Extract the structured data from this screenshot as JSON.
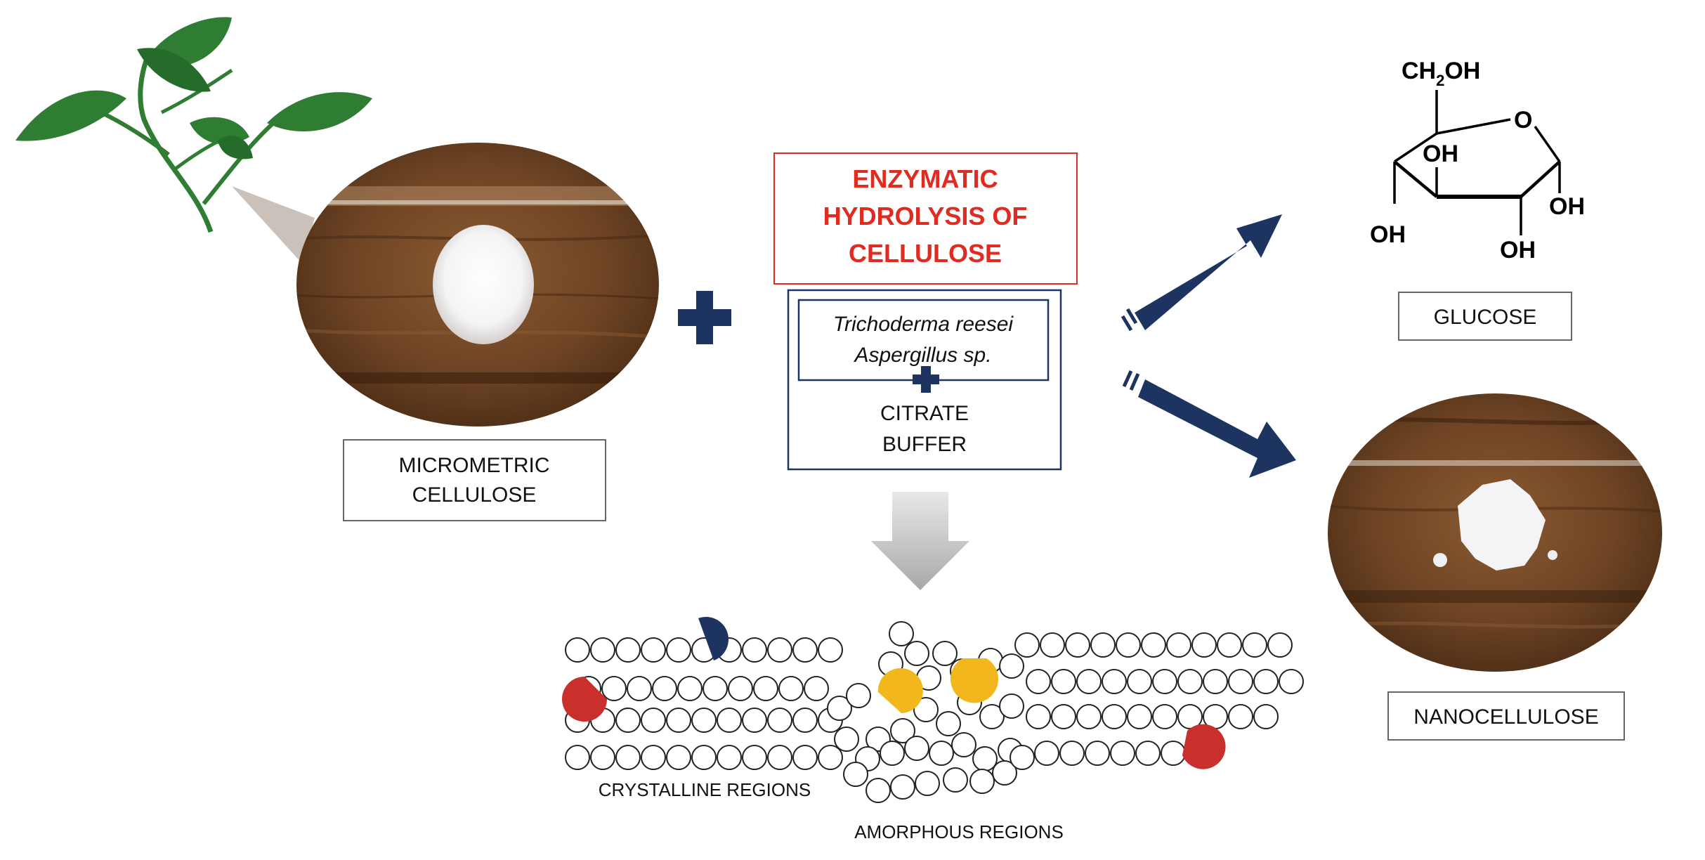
{
  "process": {
    "title_lines": [
      "ENZYMATIC",
      "HYDROLYSIS OF",
      "CELLULOSE"
    ],
    "enzymes": [
      "Trichoderma reesei",
      "Aspergillus sp."
    ],
    "buffer_lines": [
      "CITRATE",
      "BUFFER"
    ]
  },
  "input": {
    "label_lines": [
      "MICROMETRIC",
      "CELLULOSE"
    ]
  },
  "outputs": {
    "glucose_label": "GLUCOSE",
    "nanocellulose_label": "NANOCELLULOSE"
  },
  "glucose_structure": {
    "ch2oh": "CH",
    "ch2oh_sub": "2",
    "ch2oh_tail": "OH",
    "ring_o": "O",
    "oh_top": "OH",
    "oh_right": "OH",
    "oh_left": "OH",
    "oh_bottom": "OH"
  },
  "structure": {
    "crystalline_label": "CRYSTALLINE REGIONS",
    "amorphous_label": "AMORPHOUS REGIONS"
  },
  "colors": {
    "title_red": "#e02b20",
    "navy": "#1d3461",
    "enzyme_red": "#c9302c",
    "enzyme_yellow": "#f2b71c",
    "enzyme_blue": "#1d3461",
    "leaf_green": "#2e7d32",
    "wood": "#6b4423"
  },
  "icons": [
    "plant-icon",
    "plus-icon",
    "arrow-down-icon",
    "arrow-up-right-icon",
    "arrow-down-right-icon",
    "enzyme-icon"
  ]
}
